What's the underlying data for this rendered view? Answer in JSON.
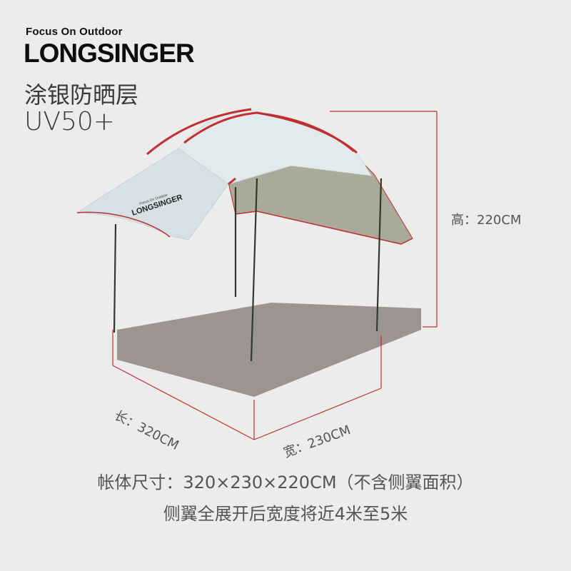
{
  "brand": {
    "tagline": "Focus On Outdoor",
    "name": "LONGSINGER"
  },
  "headline": "涂银防晒层",
  "uv_rating": "UV50+",
  "dimensions": {
    "height_label": "高：220CM",
    "length_label": "长：320CM",
    "width_label": "宽：230CM"
  },
  "specs": {
    "line1": "帐体尺寸：320×230×220CM（不含侧翼面积）",
    "line2": "侧翼全展开后宽度将近4米至5米"
  },
  "tent_print": {
    "tagline": "Focus On Outdoor",
    "name": "LONGSINGER"
  },
  "colors": {
    "line": "#c0302e",
    "canopy": "#dde6ea",
    "wing": "#a9aa9a",
    "shadow": "#8a7e7c",
    "pole": "#2f3b2a"
  }
}
